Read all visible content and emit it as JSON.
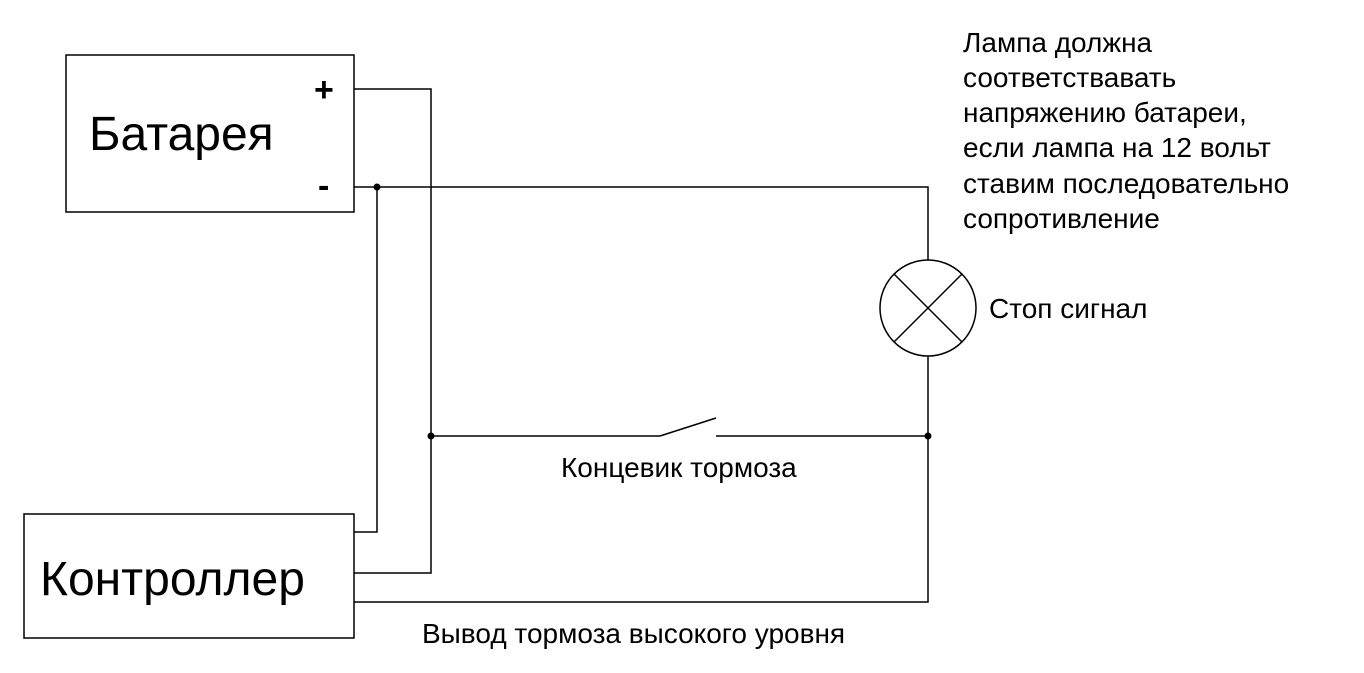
{
  "battery": {
    "label": "Батарея",
    "plus_label": "+",
    "minus_label": "-"
  },
  "controller": {
    "label": "Контроллер"
  },
  "lamp": {
    "label": "Стоп сигнал"
  },
  "brake_switch": {
    "label": "Концевик тормоза"
  },
  "brake_output": {
    "label": "Вывод тормоза высокого уровня"
  },
  "note": {
    "lines": [
      "Лампа должна",
      "соответствавать",
      "напряжению батареи,",
      "если лампа на 12 вольт",
      "ставим последовательно",
      "сопротивление"
    ]
  }
}
